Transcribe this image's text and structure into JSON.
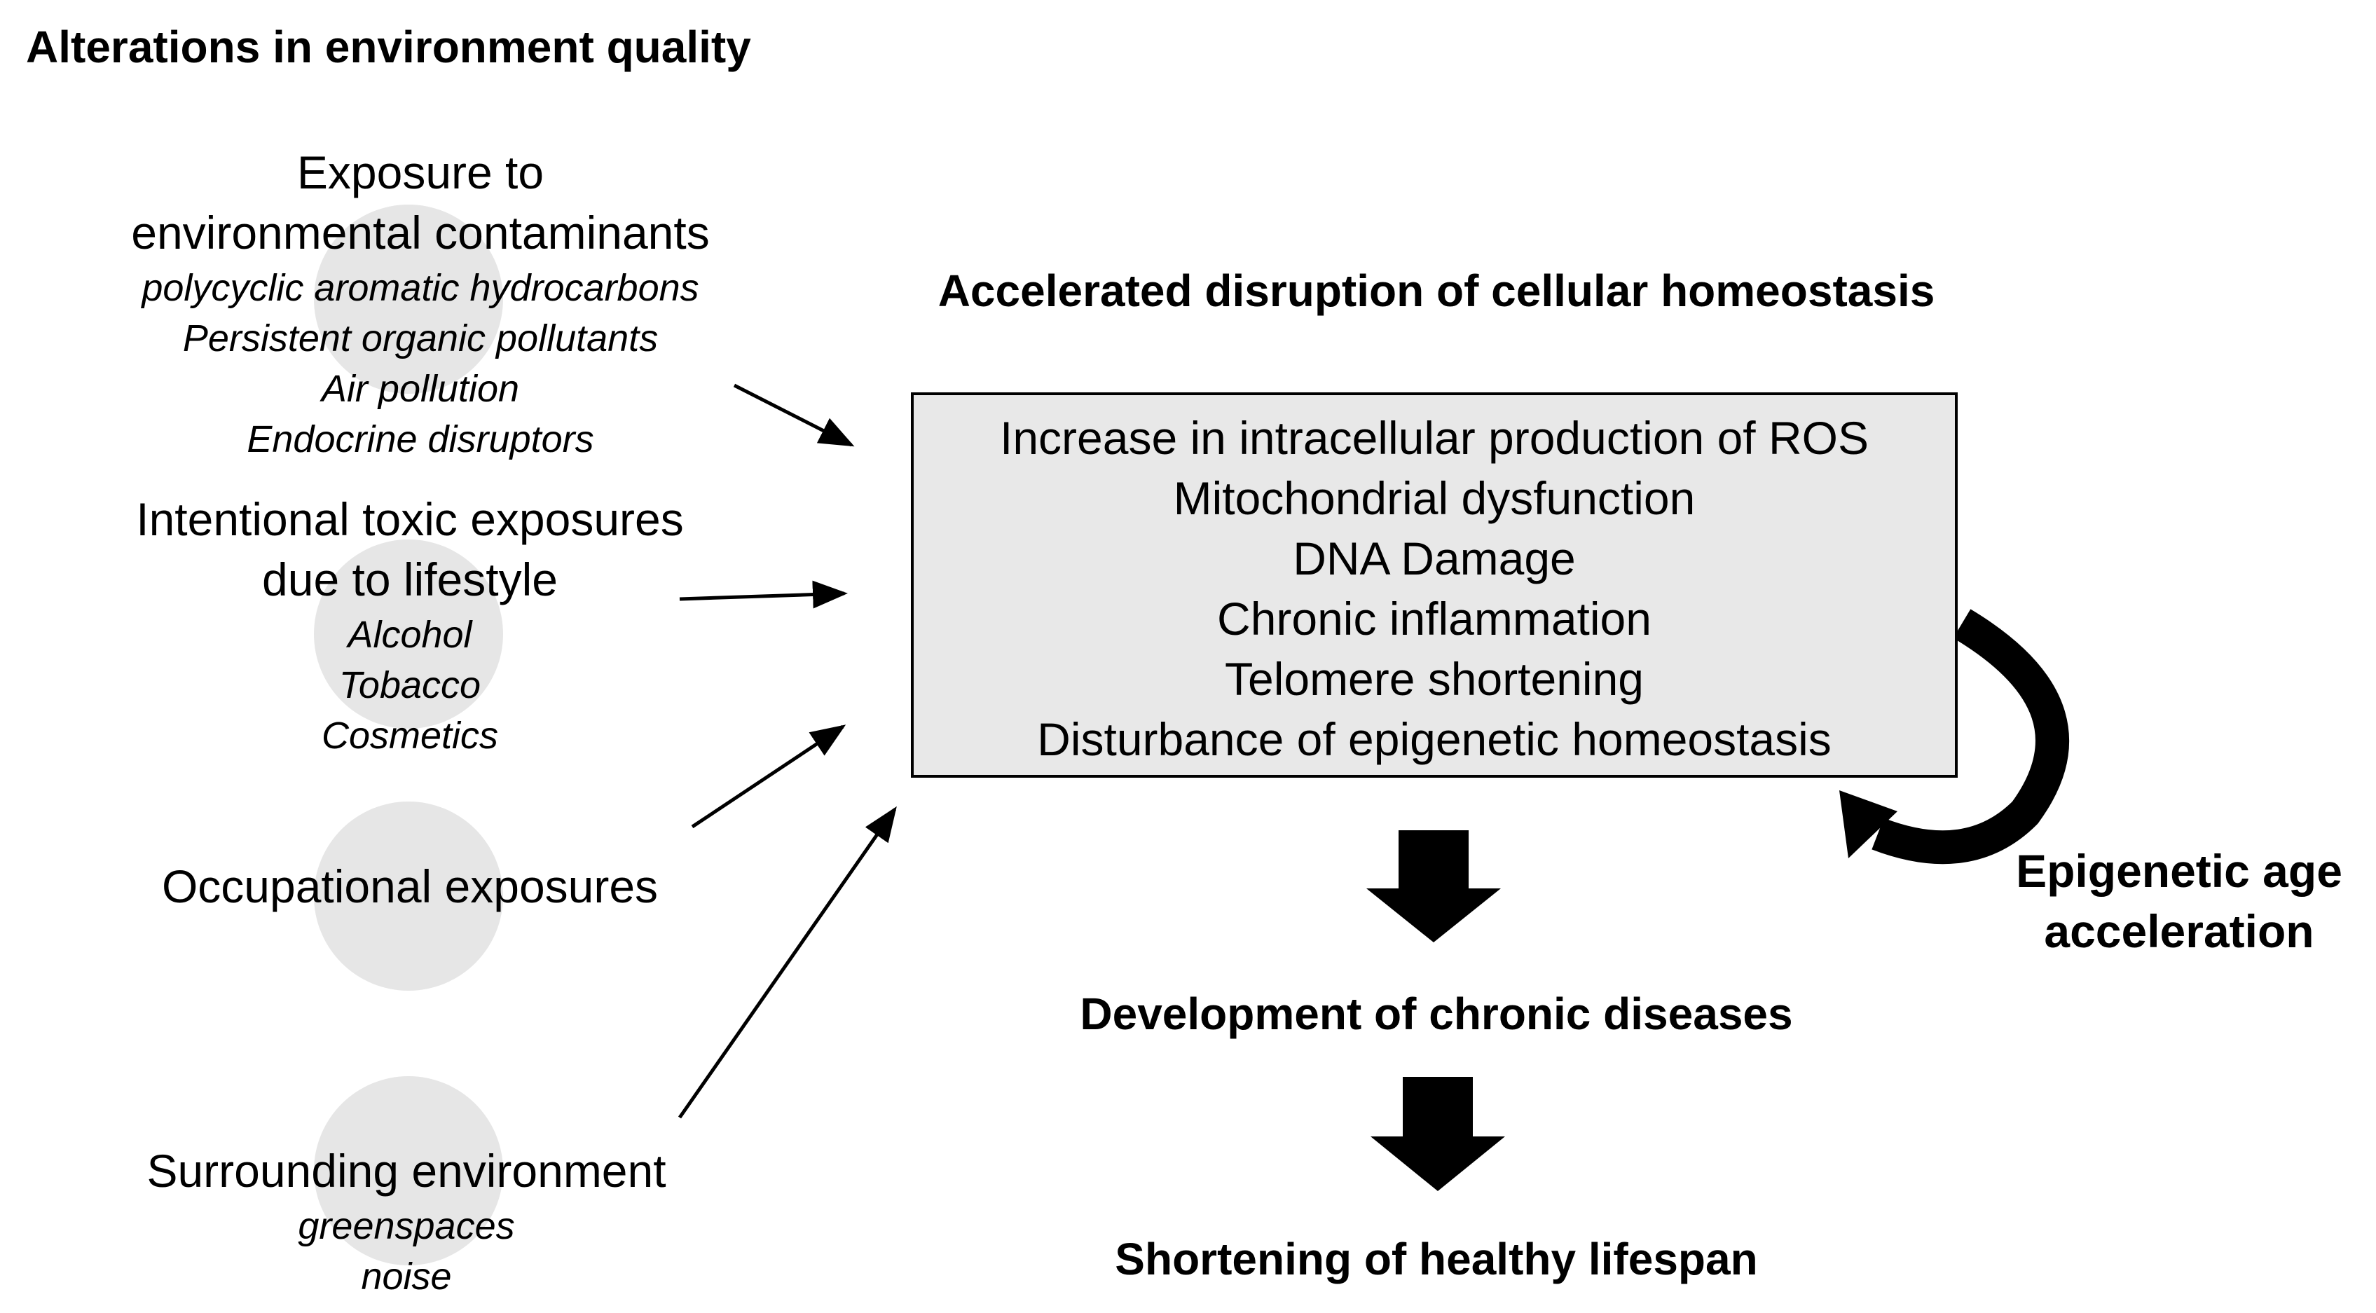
{
  "title": "Alterations in environment quality",
  "sources": [
    {
      "heading_lines": [
        "Exposure to",
        "environmental contaminants"
      ],
      "examples": [
        "polycyclic aromatic hydrocarbons",
        "Persistent organic pollutants",
        "Air pollution",
        "Endocrine disruptors"
      ]
    },
    {
      "heading_lines": [
        "Intentional toxic exposures",
        "due to lifestyle"
      ],
      "examples": [
        "Alcohol",
        "Tobacco",
        "Cosmetics"
      ]
    },
    {
      "heading_lines": [
        "Occupational exposures"
      ],
      "examples": []
    },
    {
      "heading_lines": [
        "Surrounding environment"
      ],
      "examples": [
        "greenspaces",
        "noise"
      ]
    }
  ],
  "cellular": {
    "heading": "Accelerated disruption of cellular homeostasis",
    "effects": [
      "Increase in intracellular production of ROS",
      "Mitochondrial dysfunction",
      "DNA Damage",
      "Chronic inflammation",
      "Telomere shortening",
      "Disturbance of epigenetic homeostasis"
    ]
  },
  "feedback_label_lines": [
    "Epigenetic age",
    "acceleration"
  ],
  "outcomes": [
    "Development of chronic diseases",
    "Shortening of healthy lifespan"
  ]
}
